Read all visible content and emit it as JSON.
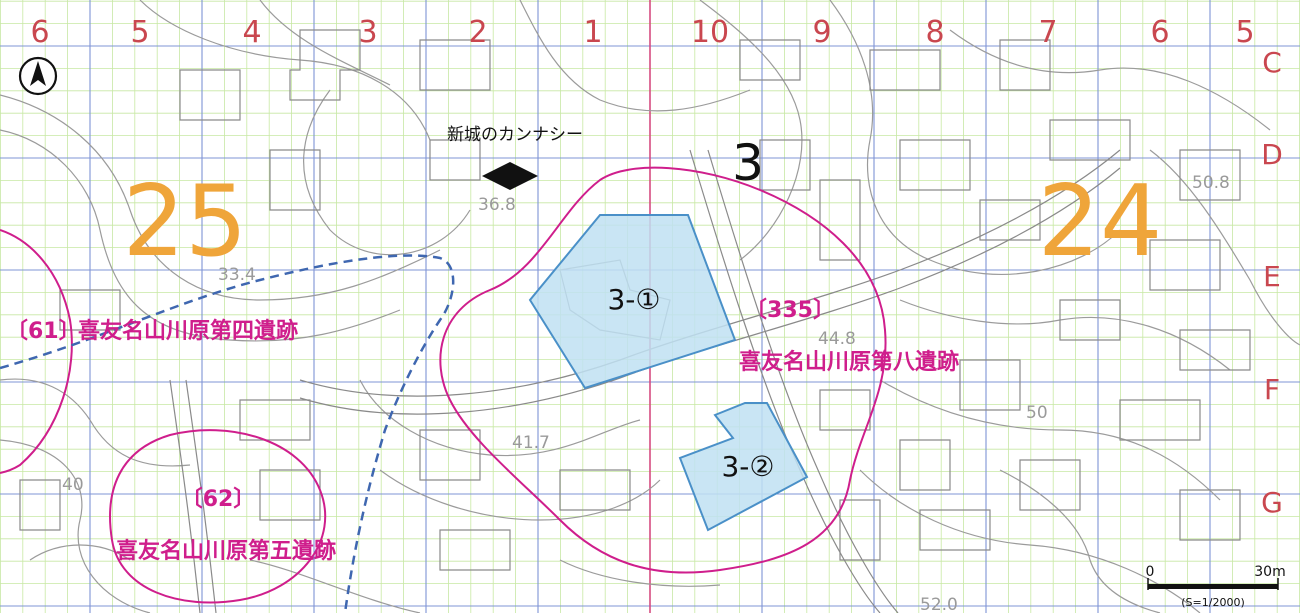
{
  "map": {
    "column_numbers": [
      "6",
      "5",
      "4",
      "3",
      "2",
      "1",
      "10",
      "9",
      "8",
      "7",
      "6",
      "5"
    ],
    "row_letters": [
      "C",
      "D",
      "E",
      "F",
      "G"
    ],
    "grid_numbers": {
      "left": "25",
      "right": "24"
    },
    "landmark": {
      "name": "新城のカンナシー",
      "icon": "diamond-icon"
    },
    "elevations": [
      "36.8",
      "33.4",
      "41.7",
      "40",
      "50.8",
      "50",
      "44.8",
      "52.0"
    ],
    "areas": [
      {
        "number": "3",
        "label_1": "3-①",
        "label_2": "3-②"
      }
    ],
    "sites": [
      {
        "code": "〔61〕",
        "name": "喜友名山川原第四遺跡"
      },
      {
        "code": "〔62〕",
        "name": "喜友名山川原第五遺跡"
      },
      {
        "code": "〔335〕",
        "name": "喜友名山川原第八遺跡"
      }
    ],
    "scale_bar": {
      "start": "0",
      "end": "30m",
      "ratio": "(S=1/2000)"
    },
    "north_icon": "north-arrow-icon",
    "colors": {
      "grid_fine": "#c7e8a4",
      "grid_major": "#7f94d6",
      "contour": "#9b9b9b",
      "site_boundary": "#cf1e8c",
      "survey_fill": "#bfe0f2",
      "survey_stroke": "#4a90c8",
      "dashed_boundary": "#3f67b0",
      "grid_numbers": "#efa53a",
      "column_labels": "#c9474f"
    }
  }
}
